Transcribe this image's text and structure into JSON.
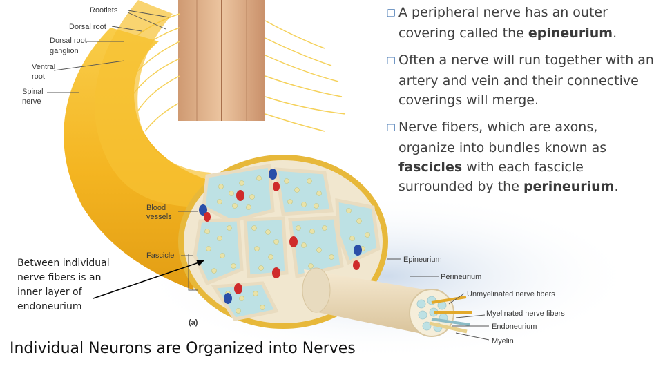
{
  "bullets": [
    {
      "before": "A peripheral nerve has an outer covering called the ",
      "bold": "epineurium",
      "after": "."
    },
    {
      "before": "Often a nerve will run together with an artery and vein and their connective coverings will merge.",
      "bold": "",
      "after": ""
    },
    {
      "before": "Nerve fibers, which are axons, organize into bundles known as ",
      "bold": "fascicles",
      "after": " with each fascicle surrounded by the ",
      "bold2": "perineurium",
      "after2": "."
    }
  ],
  "bullet_icon": "page-turn-icon",
  "labels": {
    "rootlets": "Rootlets",
    "dorsal_root": "Dorsal root",
    "dorsal_root_ganglion_1": "Dorsal root",
    "dorsal_root_ganglion_2": "ganglion",
    "ventral_root_1": "Ventral",
    "ventral_root_2": "root",
    "spinal_nerve_1": "Spinal",
    "spinal_nerve_2": "nerve",
    "blood_vessels_1": "Blood",
    "blood_vessels_2": "vessels",
    "fascicle": "Fascicle",
    "epineurium": "Epineurium",
    "perineurium": "Perineurium",
    "unmyelinated": "Unmyelinated nerve fibers",
    "myelinated": "Myelinated nerve fibers",
    "endoneurium": "Endoneurium",
    "myelin": "Myelin",
    "panel": "(a)"
  },
  "note": "Between individual nerve fibers is an inner layer of endoneurium",
  "caption": "Individual Neurons are Organized into Nerves",
  "colors": {
    "nerve_yellow": "#f4b521",
    "spinal_cord": "#e2b48e",
    "perineurium": "#f2e6c8",
    "fascicle_fill": "#bde1e4",
    "artery": "#cf2b2b",
    "vein": "#2a4ea8",
    "bullet_accent": "#4a7ab4"
  }
}
